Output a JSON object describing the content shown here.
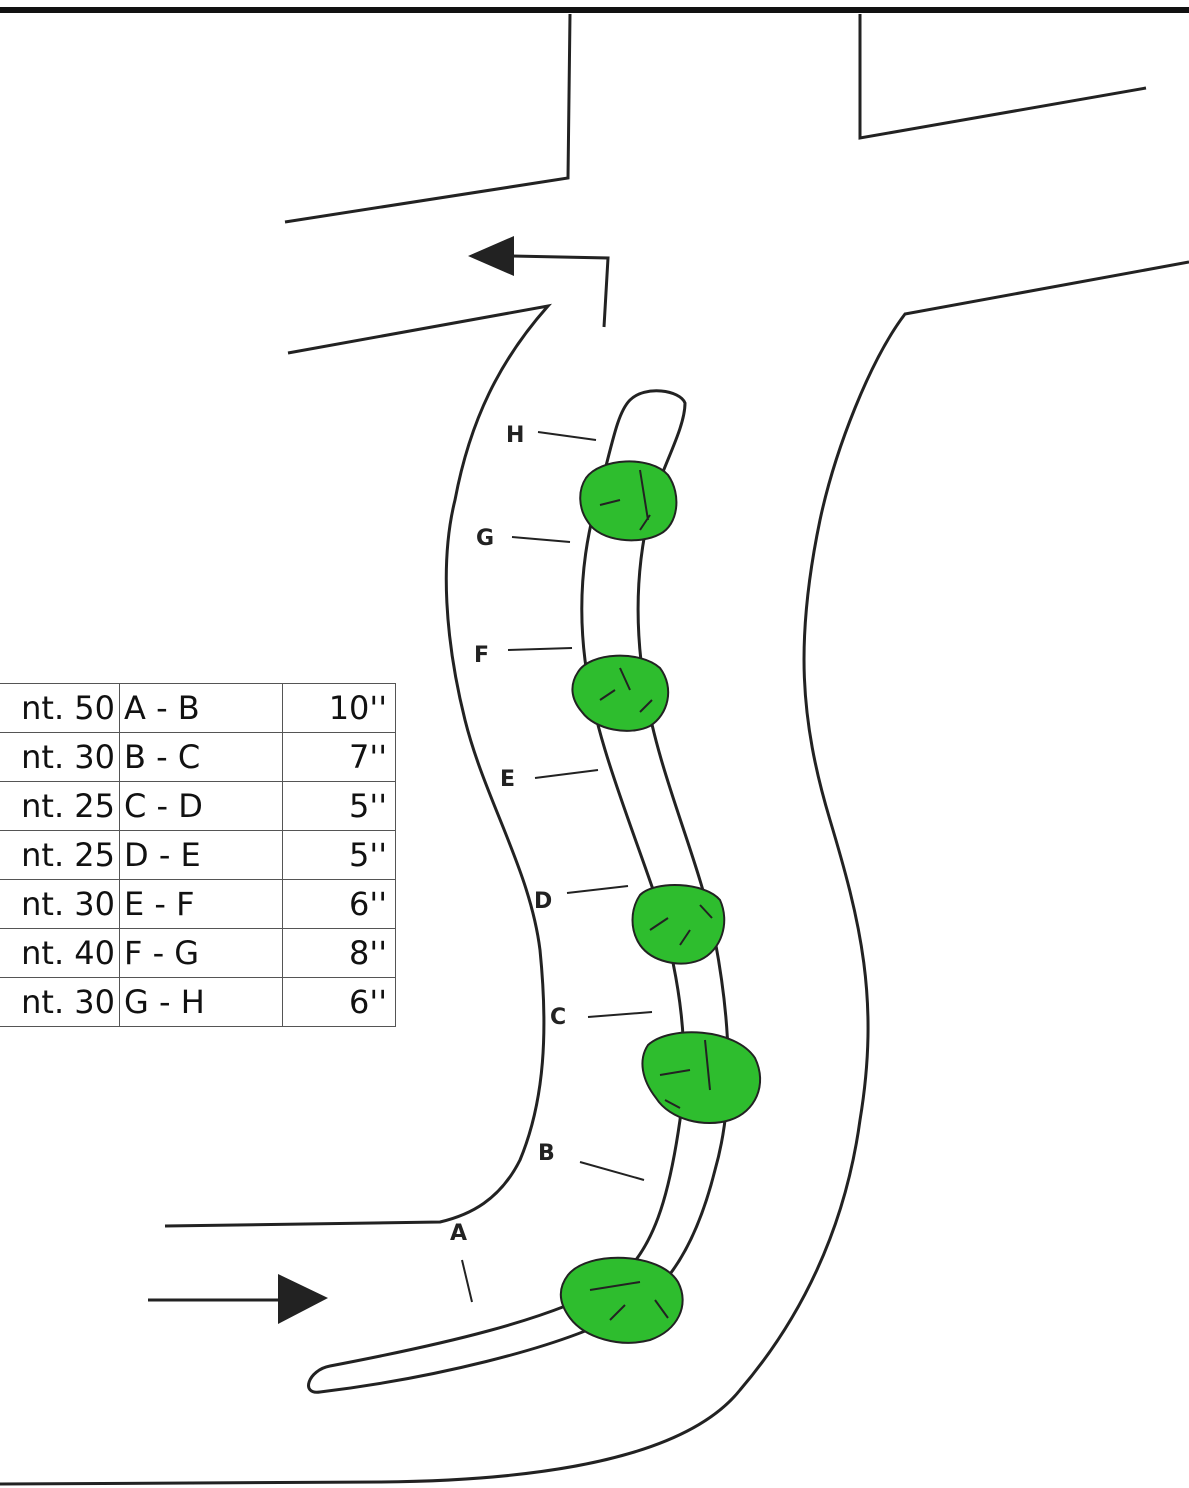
{
  "colors": {
    "ink": "#222222",
    "tree_fill": "#2ebd2e",
    "background": "#ffffff"
  },
  "point_labels": [
    "A",
    "B",
    "C",
    "D",
    "E",
    "F",
    "G",
    "H"
  ],
  "table": {
    "rows": [
      {
        "qty": "nt. 50",
        "segment": "A - B",
        "spacing": "10''"
      },
      {
        "qty": "nt. 30",
        "segment": "B - C",
        "spacing": "7''"
      },
      {
        "qty": "nt. 25",
        "segment": "C - D",
        "spacing": "5''"
      },
      {
        "qty": "nt. 25",
        "segment": "D - E",
        "spacing": "5''"
      },
      {
        "qty": "nt. 30",
        "segment": "E - F",
        "spacing": "6''"
      },
      {
        "qty": "nt. 40",
        "segment": "F - G",
        "spacing": "8''"
      },
      {
        "qty": "nt. 30",
        "segment": "G - H",
        "spacing": "6''"
      }
    ]
  },
  "icons": {
    "entry_arrow": "arrow-right-icon",
    "exit_arrow": "arrow-turn-left-icon",
    "tree": "tree-icon"
  }
}
